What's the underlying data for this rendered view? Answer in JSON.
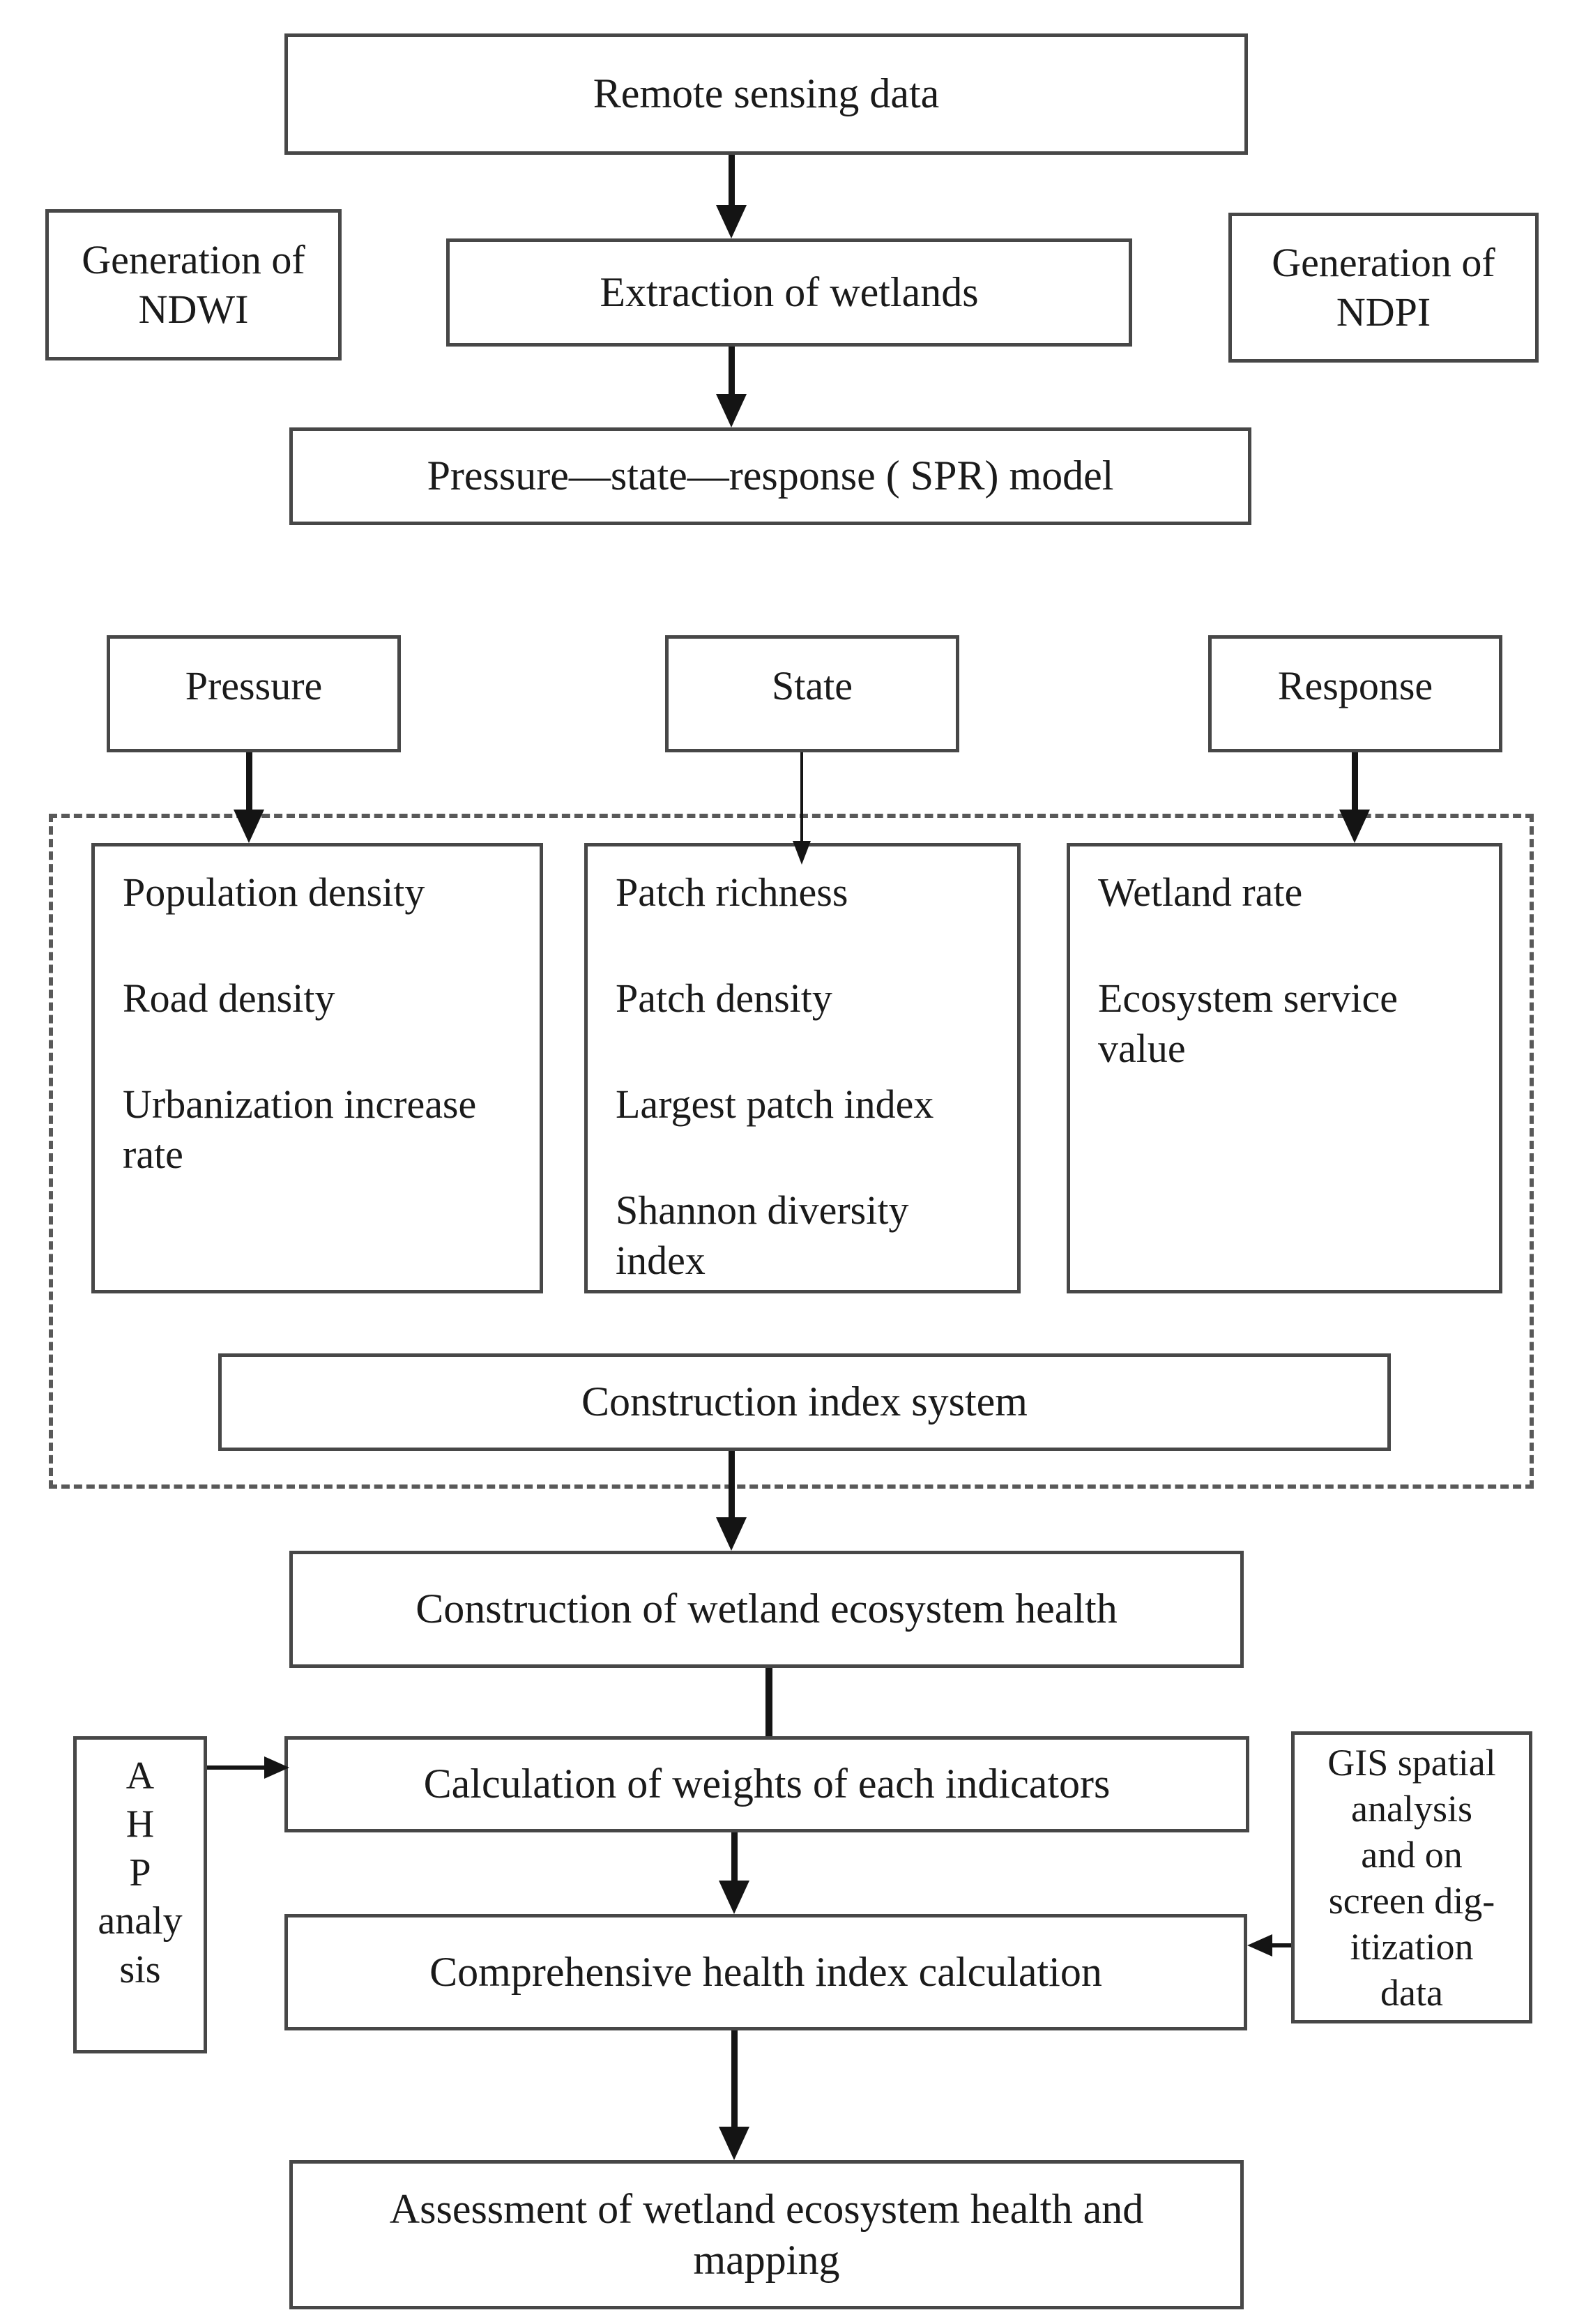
{
  "colors": {
    "background": "#ffffff",
    "box_border": "#474747",
    "text": "#1a1a1a",
    "arrow": "#141414",
    "dashed_border": "#595959"
  },
  "nodes": {
    "remote_sensing": "Remote sensing data",
    "generation_ndwi": "Generation of\nNDWI",
    "extraction_wetlands": "Extraction of wetlands",
    "generation_ndpi": "Generation of\nNDPI",
    "spr_model": "Pressure—state—response ( SPR) model",
    "pressure": "Pressure",
    "state": "State",
    "response": "Response",
    "pressure_indicators": [
      "Population density",
      "Road density",
      "Urbanization increase rate"
    ],
    "state_indicators": [
      "Patch richness",
      "Patch density",
      "Largest patch index",
      "Shannon diversity index"
    ],
    "response_indicators": [
      "Wetland rate",
      "Ecosystem service value"
    ],
    "construction_index_system": "Construction index system",
    "construction_wetland_health": "Construction of wetland ecosystem health",
    "calculation_weights": "Calculation of weights of each indicators",
    "ahp_analysis": "A\nH\nP\nanaly\nsis",
    "comprehensive_health": "Comprehensive health index calculation",
    "gis_data": "GIS spatial\nanalysis\nand on\nscreen dig-\nitization\ndata",
    "assessment_mapping": "Assessment of wetland ecosystem health and\nmapping"
  }
}
